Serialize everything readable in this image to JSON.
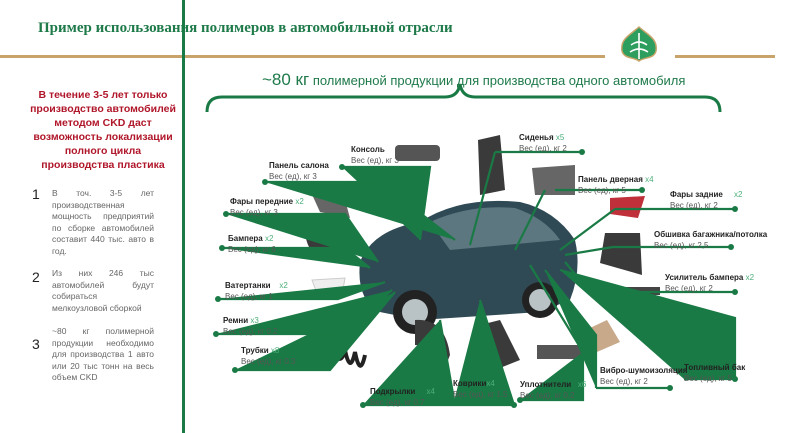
{
  "title": "Пример использования полимеров в автомобильной отрасли",
  "headline": {
    "amount": "~80 кг",
    "text": " полимерной продукции для производства одного автомобиля"
  },
  "sidebar": {
    "highlight": "В течение 3-5 лет только производство автомобилей методом CKD даст возможность локализации полного цикла производства пластика",
    "points": [
      {
        "num": "1",
        "text": "В точ. 3-5 лет производственная мощность предприятий по сборке автомобилей составит 440 тыс. авто в год."
      },
      {
        "num": "2",
        "text": "Из них 246 тыс автомобилей будут собираться мелкоузловой сборкой"
      },
      {
        "num": "3",
        "text": "~80 кг полимерной продукции необходимо для производства 1 авто или 20 тыс тонн на весь объем CKD"
      }
    ]
  },
  "parts": [
    {
      "name": "Консоль",
      "qty": "",
      "weight": "Вес (ед), кг 3"
    },
    {
      "name": "Панель салона",
      "qty": "",
      "weight": "Вес (ед), кг 3"
    },
    {
      "name": "Фары передние",
      "qty": "x2",
      "weight": "Вес (ед), кг 3"
    },
    {
      "name": "Бампера",
      "qty": "x2",
      "weight": "Вес (ед), кг 6"
    },
    {
      "name": "Ватертанки",
      "qty": "x2",
      "weight": "Вес (ед), кг 1"
    },
    {
      "name": "Ремни",
      "qty": "x3",
      "weight": "Вес (ед), кг 0.2"
    },
    {
      "name": "Трубки",
      "qty": "x8",
      "weight": "Вес (ед), кг 0.3"
    },
    {
      "name": "Подкрылки",
      "qty": "x4",
      "weight": "Вес (ед), кг 0.7"
    },
    {
      "name": "Коврики",
      "qty": "x4",
      "weight": "Вес (ед), кг 1.5"
    },
    {
      "name": "Уплотнители",
      "qty": "x6",
      "weight": "Вес (ед), кг 0.2"
    },
    {
      "name": "Вибро-шумоизоляция",
      "qty": "",
      "weight": "Вес (ед), кг 2"
    },
    {
      "name": "Топливный бак",
      "qty": "",
      "weight": "Вес (ед), кг 5"
    },
    {
      "name": "Усилитель бампера",
      "qty": "x2",
      "weight": "Вес (ед), кг 2"
    },
    {
      "name": "Обшивка багажника/потолка",
      "qty": "",
      "weight": "Вес (ед), кг 2,5"
    },
    {
      "name": "Фары задние",
      "qty": "x2",
      "weight": "Вес (ед), кг 2"
    },
    {
      "name": "Панель дверная",
      "qty": "x4",
      "weight": "Вес (ед), кг 5"
    },
    {
      "name": "Сиденья",
      "qty": "x5",
      "weight": "Вес (ед), кг 2"
    }
  ],
  "colors": {
    "green": "#1a7a45",
    "gold": "#c8a46a",
    "red": "#b0162a"
  }
}
